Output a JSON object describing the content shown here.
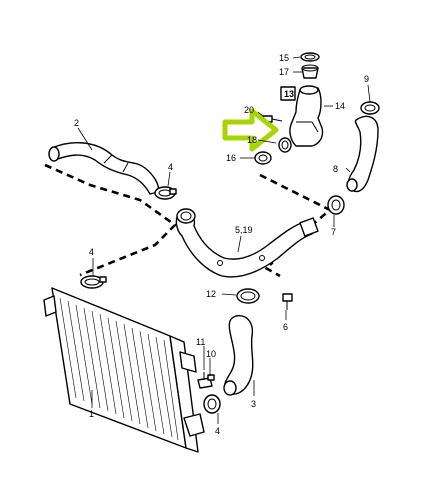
{
  "diagram": {
    "callouts": {
      "c1": "1",
      "c2": "2",
      "c3": "3",
      "c4a": "4",
      "c4b": "4",
      "c4c": "4",
      "c5_19": "5,19",
      "c6": "6",
      "c7": "7",
      "c8": "8",
      "c9": "9",
      "c10": "10",
      "c11": "11",
      "c12": "12",
      "c13": "13",
      "c14": "14",
      "c15": "15",
      "c16": "16",
      "c17": "17",
      "c18": "18",
      "c20": "20"
    },
    "colors": {
      "arrow": "#a8d400",
      "line": "#000000",
      "background": "#ffffff"
    }
  }
}
